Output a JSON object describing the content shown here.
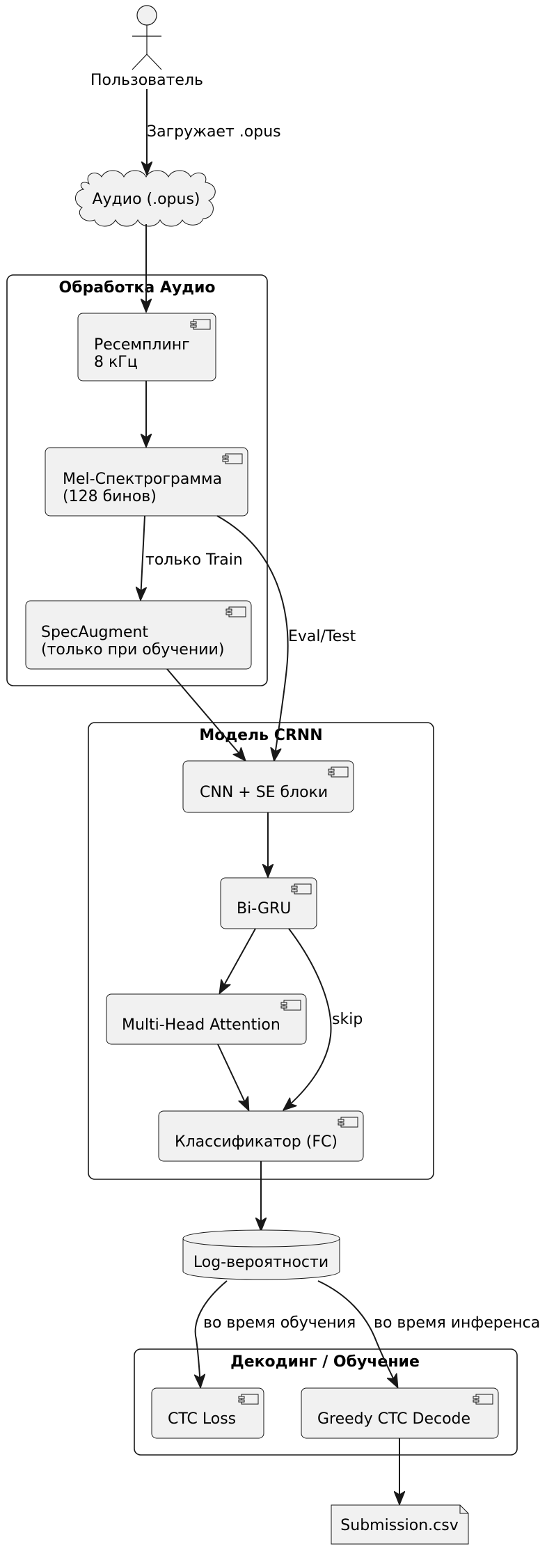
{
  "actor": {
    "label": "Пользователь"
  },
  "cloud": {
    "label": "Аудио (.opus)"
  },
  "packages": {
    "audio": "Обработка Аудио",
    "model": "Модель CRNN",
    "decode": "Декодинг / Обучение"
  },
  "components": {
    "resample": [
      "Ресемплинг",
      "8 кГц"
    ],
    "mel": [
      "Mel-Спектрограмма",
      "(128 бинов)"
    ],
    "specaug": [
      "SpecAugment",
      "(только при обучении)"
    ],
    "cnn": "CNN + SE блоки",
    "bigru": "Bi-GRU",
    "mha": "Multi-Head Attention",
    "fc": "Классификатор (FC)",
    "ctc_loss": "CTC Loss",
    "greedy": "Greedy CTC Decode"
  },
  "database": {
    "label": "Log-вероятности"
  },
  "file": {
    "label": "Submission.csv"
  },
  "edge_labels": {
    "upload": "Загружает .opus",
    "train_only": "только Train",
    "eval_test": "Eval/Test",
    "skip": "skip",
    "during_training": "во время обучения",
    "during_inference": "во время инференса"
  }
}
